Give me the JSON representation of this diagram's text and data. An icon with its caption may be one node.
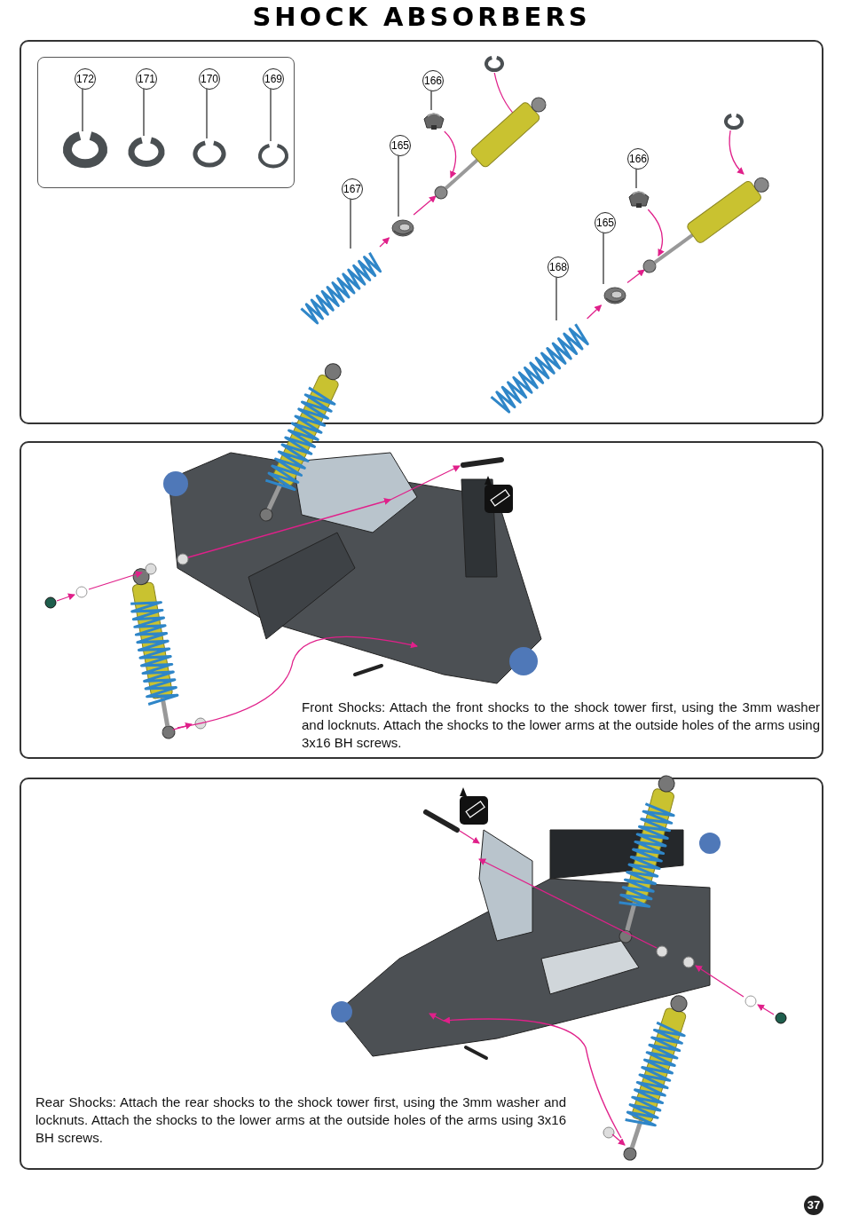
{
  "diagram": {
    "title": "SHOCK ABSORBERS",
    "nodes": [
      {
        "text": [],
        "shape": "box"
      },
      {
        "text": [],
        "shape": "box",
        "in": 0
      },
      {
        "text": [
          "172"
        ],
        "in": 1
      },
      {
        "text": [
          "171"
        ],
        "in": 1
      },
      {
        "text": [
          "170"
        ],
        "in": 1
      },
      {
        "text": [
          "169"
        ],
        "in": 1
      },
      {
        "text": [
          "166"
        ],
        "in": 0
      },
      {
        "text": [
          "165"
        ],
        "in": 0
      },
      {
        "text": [
          "167"
        ],
        "in": 0
      },
      {
        "text": [
          "166"
        ],
        "in": 0
      },
      {
        "text": [
          "165"
        ],
        "in": 0
      },
      {
        "text": [
          "168"
        ],
        "in": 0
      },
      {
        "text": [
          "Front Shocks: Attach the front shocks to the shock tower first, using the 3mm washer and locknuts. Attach the shocks to the lower arms at the outside holes of the arms using 3x16 BH screws."
        ]
      },
      {
        "text": [
          "Rear Shocks: Attach the rear shocks to the shock tower first, using the 3mm washer and locknuts. Attach the shocks to the lower arms at the outside holes of the arms using 3x16 BH screws."
        ]
      },
      {
        "text": [],
        "shape": "picture",
        "in": 1
      },
      {
        "text": [],
        "shape": "picture",
        "in": 1
      },
      {
        "text": [],
        "shape": "picture",
        "in": 1
      },
      {
        "text": [],
        "shape": "picture",
        "in": 1
      },
      {
        "text": [],
        "shape": "picture",
        "in": 0
      },
      {
        "text": [],
        "shape": "picture",
        "in": 0
      },
      {
        "text": [],
        "shape": "picture",
        "in": 0
      },
      {
        "text": [],
        "shape": "picture",
        "in": 0
      },
      {
        "text": [],
        "shape": "picture",
        "in": 0
      },
      {
        "text": [],
        "shape": "picture",
        "in": 0
      },
      {
        "text": [],
        "shape": "picture",
        "in": 0
      },
      {
        "text": [],
        "shape": "picture",
        "in": 0
      },
      {
        "text": [],
        "shape": "picture",
        "in": 0
      },
      {
        "text": [],
        "shape": "picture",
        "in": 0
      }
    ],
    "edges": [
      {
        "from": 2,
        "to": 14,
        "arrow": "none"
      },
      {
        "from": 3,
        "to": 15,
        "arrow": "none"
      },
      {
        "from": 4,
        "to": 16,
        "arrow": "none"
      },
      {
        "from": 5,
        "to": 17,
        "arrow": "none"
      },
      {
        "from": 6,
        "to": 18,
        "arrow": "none"
      },
      {
        "from": 7,
        "to": 19,
        "arrow": "none"
      },
      {
        "from": 8,
        "to": 20,
        "arrow": "none"
      },
      {
        "from": 9,
        "to": 21,
        "arrow": "none"
      },
      {
        "from": 10,
        "to": 22,
        "arrow": "none"
      },
      {
        "from": 11,
        "to": 23,
        "arrow": "none"
      },
      {
        "from": 20,
        "to": 19,
        "arrow": "to",
        "color": "#e0208a"
      },
      {
        "from": 19,
        "to": 24,
        "arrow": "to",
        "color": "#e0208a"
      },
      {
        "from": 18,
        "to": 24,
        "arrow": "to",
        "color": "#e0208a"
      },
      {
        "from": 23,
        "to": 22,
        "arrow": "to",
        "color": "#e0208a"
      },
      {
        "from": 22,
        "to": 25,
        "arrow": "to",
        "color": "#e0208a"
      },
      {
        "from": 21,
        "to": 25,
        "arrow": "to",
        "color": "#e0208a"
      },
      {
        "from": 26,
        "to": 24,
        "arrow": "to",
        "color": "#e0208a"
      },
      {
        "from": 27,
        "to": 25,
        "arrow": "to",
        "color": "#e0208a"
      }
    ],
    "labels": [
      "37"
    ]
  }
}
